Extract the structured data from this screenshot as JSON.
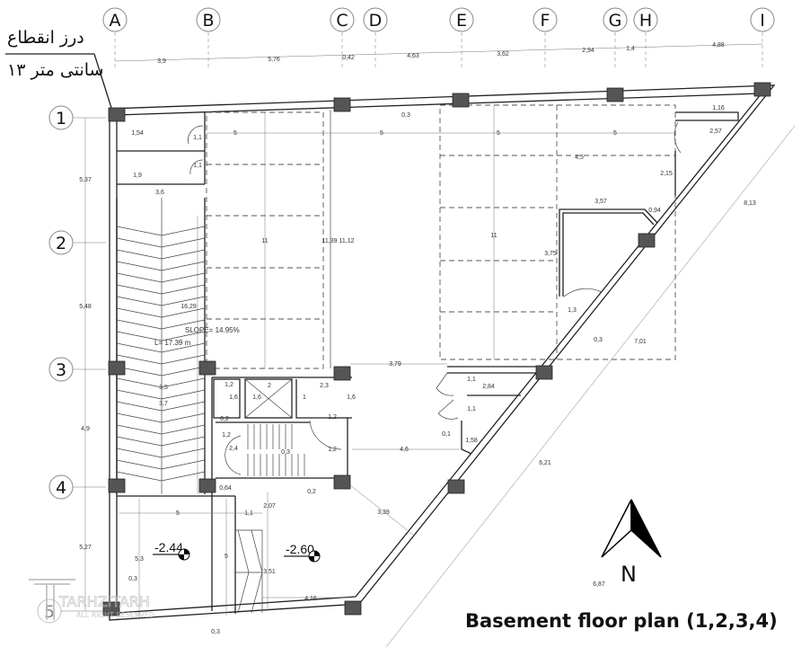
{
  "title": "Basement floor plan (1,2,3,4)",
  "note": {
    "line1": "درز انقطاع",
    "line2": "۱۳ سانتی متر"
  },
  "grid_columns": [
    "A",
    "B",
    "C",
    "D",
    "E",
    "F",
    "G",
    "H",
    "I"
  ],
  "grid_rows": [
    "1",
    "2",
    "3",
    "4",
    "5"
  ],
  "north_label": "N",
  "ramp": {
    "slope": "SLOPE= 14.95%",
    "length": "L= 17.39 m"
  },
  "levels": [
    "-2.44",
    "-2.60"
  ],
  "watermark": {
    "brand": "TARHZITARH",
    "rights": "ALL RIGHT RESERVED"
  },
  "dims": [
    "3,9",
    "5,76",
    "0,42",
    "4,63",
    "3,62",
    "2,94",
    "1,4",
    "4,88",
    "0,3",
    "1,54",
    "1,1",
    "1,9",
    "1,1",
    "3,6",
    "5",
    "5",
    "5",
    "5",
    "1,16",
    "2,57",
    "4,5",
    "2,15",
    "3,57",
    "0,94",
    "8,13",
    "11",
    "11,39",
    "11,12",
    "11",
    "3,75",
    "1,3",
    "0,3",
    "7,01",
    "16,29",
    "3,79",
    "2,84",
    "1,1",
    "1,1",
    "0,1",
    "1,58",
    "4,6",
    "6,21",
    "3,5",
    "3,7",
    "1,2",
    "1,6",
    "2",
    "1,6",
    "2,3",
    "1",
    "1,6",
    "1,2",
    "1,2",
    "0,2",
    "1,2",
    "2,4",
    "0,3",
    "0,64",
    "0,2",
    "3,39",
    "5,37",
    "5,48",
    "4,9",
    "5,27",
    "5",
    "1,1",
    "2,07",
    "5,3",
    "5",
    "3,51",
    "0,3",
    "4,16",
    "0,3",
    "6,87"
  ]
}
